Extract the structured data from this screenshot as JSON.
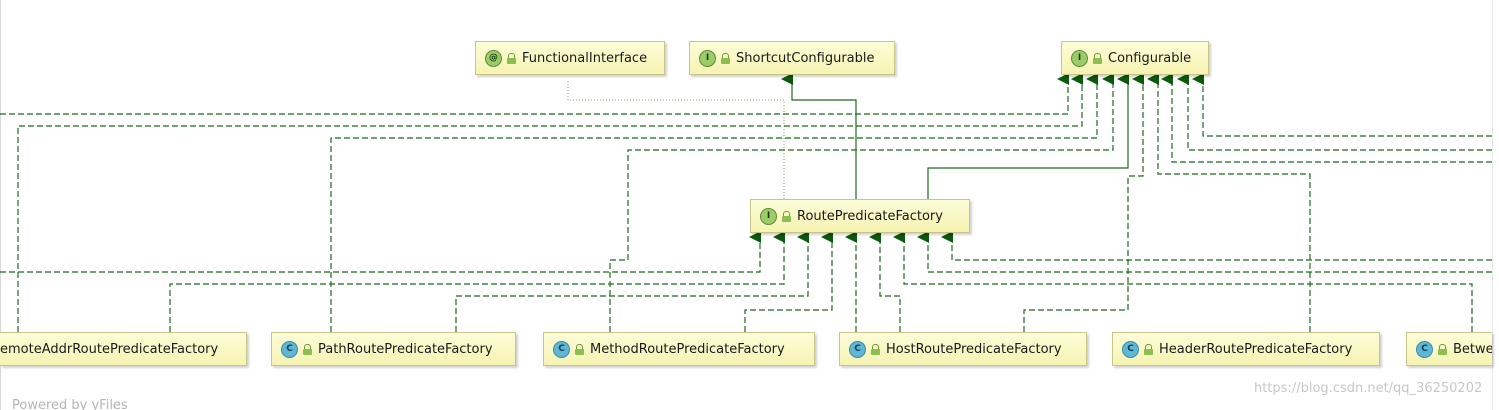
{
  "nodes": {
    "functional_interface": {
      "badge": "@",
      "label": "FunctionalInterface"
    },
    "shortcut_configurable": {
      "badge": "I",
      "label": "ShortcutConfigurable"
    },
    "configurable": {
      "badge": "I",
      "label": "Configurable"
    },
    "route_predicate_factory": {
      "badge": "I",
      "label": "RoutePredicateFactory"
    },
    "remote_addr": {
      "label": "emoteAddrRoutePredicateFactory"
    },
    "path": {
      "badge": "C",
      "label": "PathRoutePredicateFactory"
    },
    "method": {
      "badge": "C",
      "label": "MethodRoutePredicateFactory"
    },
    "host": {
      "badge": "C",
      "label": "HostRoutePredicateFactory"
    },
    "header": {
      "badge": "C",
      "label": "HeaderRoutePredicateFactory"
    },
    "between": {
      "badge": "C",
      "label": "Betwe"
    }
  },
  "colors": {
    "edge": "#1e6b1e",
    "arrowhead": "#0a5a0a",
    "node_fill": "#fdfdd8",
    "node_border": "#c9c58a",
    "interface_badge": "#9bcc68",
    "class_badge": "#5fb7d4",
    "annotation_link": "#9a9a6a"
  },
  "watermark": "https://blog.csdn.net/qq_36250202",
  "footer": "Powered by yFiles"
}
